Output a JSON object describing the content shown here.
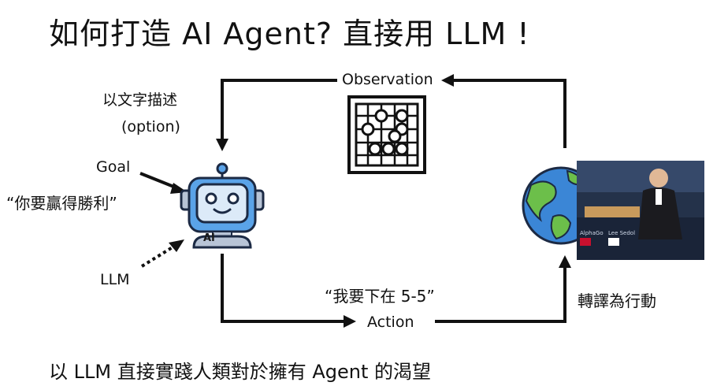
{
  "title": "如何打造 AI Agent? 直接用 LLM !",
  "observation_label": "Observation",
  "description_label": [
    "以文字描述",
    "(option)"
  ],
  "goal_label": "Goal",
  "goal_text": "“你要贏得勝利”",
  "llm_label": "LLM",
  "agent_badge": "AI",
  "move_text": "“我要下在 5-5”",
  "action_label": "Action",
  "translate_label": "轉譯為行動",
  "bottom_text": "以 LLM 直接實踐人類對於擁有 Agent 的渴望",
  "photo_captions": [
    "AlphaGo",
    "Lee Sedol"
  ],
  "colors": {
    "robot_blue": "#5aa3e8",
    "robot_dark": "#1c2a44",
    "robot_gray": "#b8c4d6",
    "earth_ocean": "#3b86d6",
    "earth_land": "#6cbf4a"
  },
  "icons": [
    "go-board-icon",
    "robot-agent-icon",
    "earth-globe-icon"
  ]
}
